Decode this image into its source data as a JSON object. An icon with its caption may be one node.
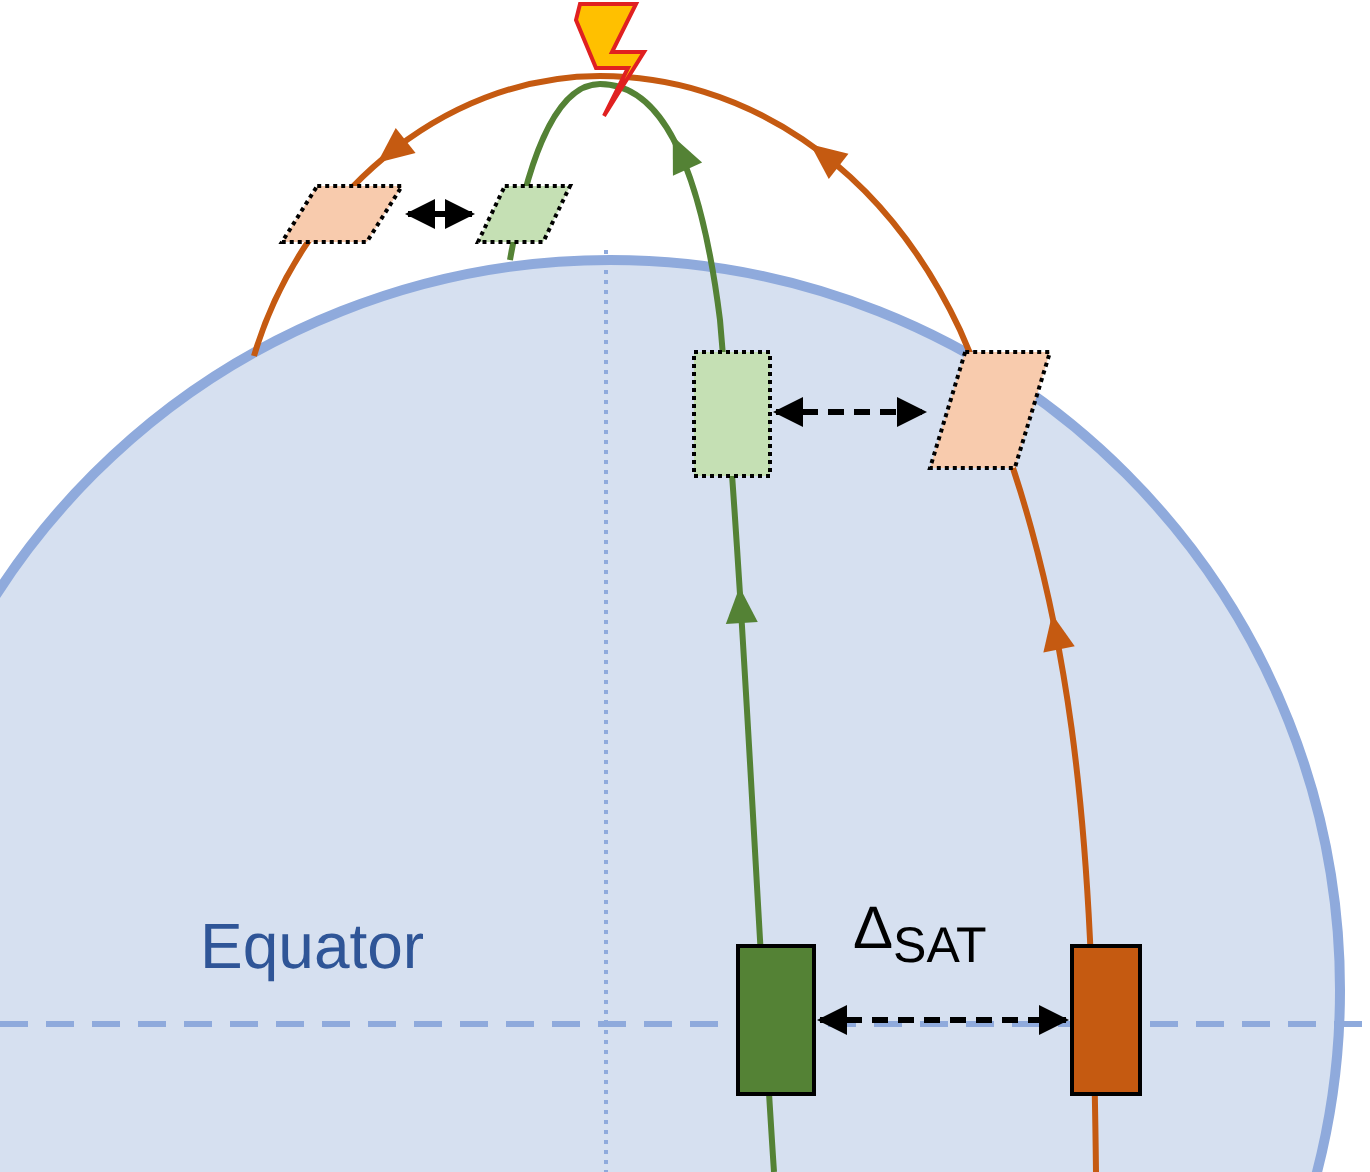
{
  "diagram": {
    "nodes": [
      {
        "text": [],
        "shape": "parallelogram"
      },
      {
        "text": [],
        "shape": "parallelogram"
      },
      {
        "text": [],
        "shape": "box"
      },
      {
        "text": [],
        "shape": "parallelogram"
      },
      {
        "text": [],
        "shape": "box"
      },
      {
        "text": [],
        "shape": "box"
      }
    ],
    "edges": [
      {
        "from": 0,
        "to": 1,
        "arrow": "both"
      },
      {
        "from": 2,
        "to": 3,
        "arrow": "both",
        "style": "dashed"
      },
      {
        "from": 4,
        "to": 5,
        "arrow": "both",
        "style": "dashed",
        "label": "Δ$_{SAT}$"
      }
    ],
    "labels": [
      "Equator"
    ]
  }
}
